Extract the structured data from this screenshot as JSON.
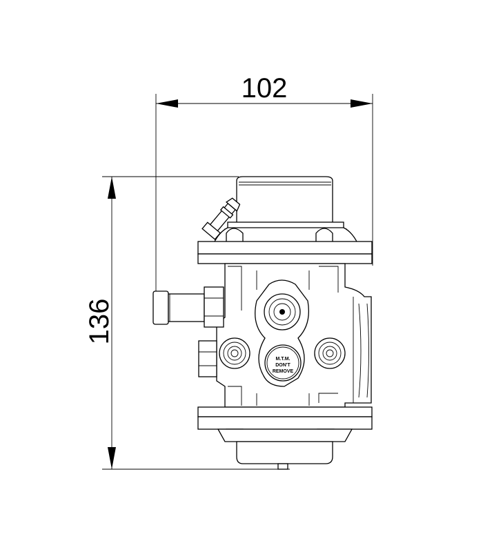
{
  "dimensions": {
    "width_label": "102",
    "height_label": "136"
  },
  "stamp": {
    "line1": "M.T.M.",
    "line2": "DON'T",
    "line3": "REMOVE"
  }
}
